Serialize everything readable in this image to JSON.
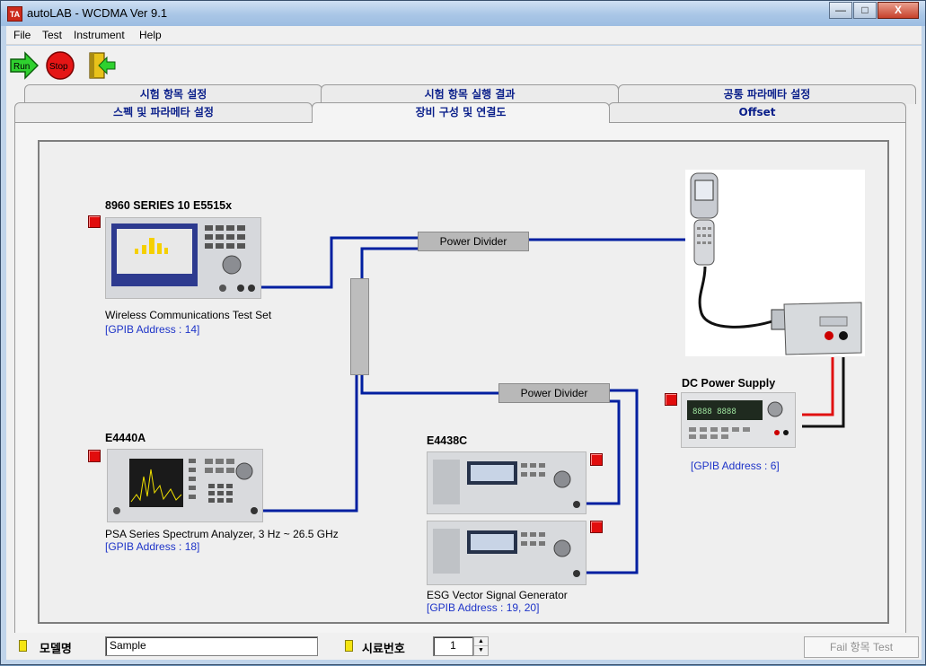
{
  "window": {
    "title": "autoLAB - WCDMA   Ver 9.1",
    "icon_text": "TA",
    "controls": {
      "minimize": "—",
      "maximize": "□",
      "close": "X"
    }
  },
  "menu": [
    "File",
    "Test",
    "Instrument",
    "Help"
  ],
  "toolbar": {
    "run_label": "Run",
    "stop_label": "Stop",
    "exit_icon": "exit-door-icon"
  },
  "tabs": {
    "row1": [
      "시험 항목 설정",
      "시험 항목 실행 결과",
      "공통 파라메타 설정"
    ],
    "row2": [
      "스펙 및 파라메타 설정",
      "장비 구성 및 연결도",
      "Offset"
    ],
    "active": "장비 구성 및 연결도"
  },
  "diagram": {
    "test_set": {
      "model": "8960 SERIES 10   E5515x",
      "description": "Wireless Communications Test Set",
      "gpib": "[GPIB Address : 14]"
    },
    "spectrum_analyzer": {
      "model": "E4440A",
      "description": "PSA Series Spectrum Analyzer, 3 Hz ~ 26.5 GHz",
      "gpib": "[GPIB Address : 18]"
    },
    "signal_generator": {
      "model": "E4438C",
      "description": "ESG Vector Signal Generator",
      "gpib": "[GPIB Address : 19, 20]"
    },
    "dc_supply": {
      "model": "DC Power Supply",
      "gpib": "[GPIB Address : 6]"
    },
    "power_divider_1": "Power Divider",
    "power_divider_2": "Power Divider"
  },
  "status": {
    "model_label": "모델명",
    "model_value": "Sample",
    "sample_label": "시료번호",
    "sample_value": "1",
    "fail_button": "Fail 항목 Test"
  },
  "colors": {
    "connection": "#001fa0",
    "led_red": "#e10d0d",
    "status_led": "#f5e511",
    "tab_text": "#0a1f8a"
  }
}
